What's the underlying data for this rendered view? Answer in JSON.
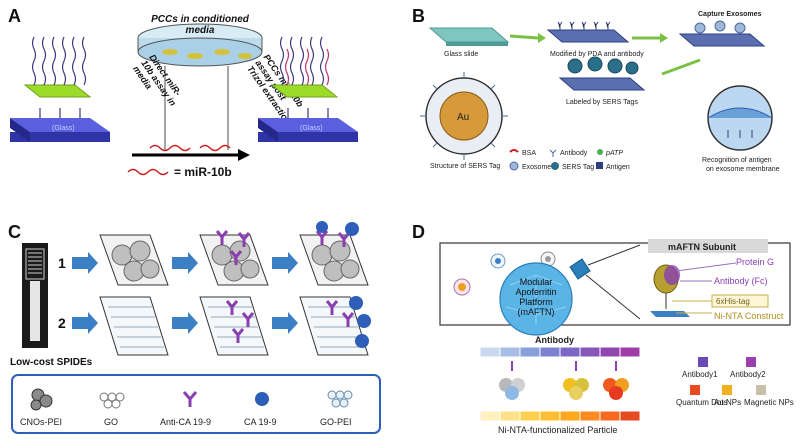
{
  "panels": {
    "a": {
      "label": "A",
      "dish_text": "PCCs in conditioned media",
      "direct_assay": "Direct miR-10b assay in media",
      "pcc_assay": "PCCs miR-10b assay post Trizol extraction",
      "glass_left": "(Glass)",
      "glass_right": "(Glass)",
      "legend": "= miR-10b"
    },
    "b": {
      "label": "B",
      "step1": "Glass slide",
      "step2": "Modified by PDA and antibody",
      "step3": "Capture Exosomes",
      "step4": "Labeled by SERS Tags",
      "structure": "Structure of SERS Tag",
      "au": "Au",
      "recognition": "Recognition of antigen on exosome membrane",
      "legend": [
        "BSA",
        "Antibody",
        "pATP",
        "Exosome",
        "SERS Tag",
        "Antigen"
      ]
    },
    "c": {
      "label": "C",
      "row1": "1",
      "row2": "2",
      "spide": "Low-cost SPIDEs",
      "legend": [
        "CNOs-PEI",
        "GO",
        "Anti-CA 19-9",
        "CA 19-9",
        "GO-PEI"
      ]
    },
    "d": {
      "label": "D",
      "subunit_title": "mAFTN Subunit",
      "platform": "Modular Apoferritin Platform (mAFTN)",
      "protein_g": "Protein G",
      "antibody_fc": "Antibody (Fc)",
      "his_tag": "6xHis-tag",
      "ni_nta": "Ni-NTA Construct",
      "antibody_bar": "Antibody",
      "particle_bar": "Ni-NTA-functionalized Particle",
      "legend": [
        "Antibody1",
        "Antibody2",
        "Quantum Dots",
        "Au NPs",
        "Magnetic NPs"
      ]
    }
  },
  "colors": {
    "glass": "#3a3fc8",
    "green_layer": "#9bdc2a",
    "mirna": "#cc1f1f",
    "purple": "#8a3fb0",
    "blue_dot": "#2e5fb8",
    "arrow_blue": "#3b7fc4",
    "orange": "#f0a020"
  }
}
